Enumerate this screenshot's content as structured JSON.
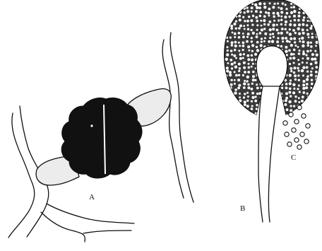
{
  "figure": {
    "panels": [
      {
        "id": "A",
        "label": "A"
      },
      {
        "id": "B",
        "label": "B"
      },
      {
        "id": "C",
        "label": "C"
      }
    ]
  },
  "colors": {
    "ink": "#111111",
    "background": "#ffffff",
    "fill_light": "#ececec"
  }
}
